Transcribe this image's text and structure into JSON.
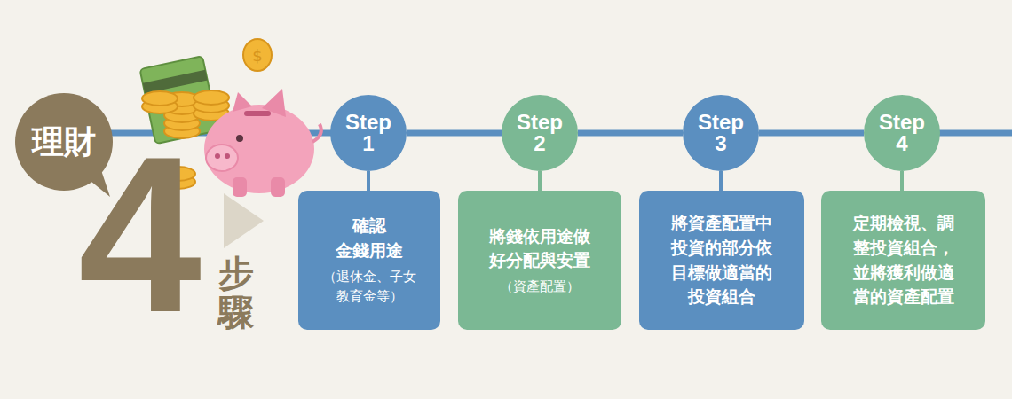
{
  "diagram": {
    "nodes": [
      {
        "text": [
          "理財"
        ]
      },
      {
        "text": [
          "Step 1"
        ]
      },
      {
        "text": [
          "確認 金錢用途",
          "（退休金、子女 教育金等）"
        ]
      },
      {
        "text": [
          "Step 2"
        ]
      },
      {
        "text": [
          "將錢依用途做 好分配與安置",
          "（資產配置）"
        ]
      },
      {
        "text": [
          "Step 3"
        ]
      },
      {
        "text": [
          "將資產配置中 投資的部分依 目標做適當的 投資組合"
        ]
      },
      {
        "text": [
          "Step 4"
        ]
      },
      {
        "text": [
          "定期檢視、調 整投資組合， 並將獲利做適 當的資產配置"
        ]
      }
    ],
    "edges": [
      {
        "from": 1,
        "to": 3,
        "arrow": "none"
      },
      {
        "from": 3,
        "to": 5,
        "arrow": "none"
      },
      {
        "from": 5,
        "to": 7,
        "arrow": "none"
      },
      {
        "from": 1,
        "to": 2,
        "arrow": "none"
      },
      {
        "from": 3,
        "to": 4,
        "arrow": "none"
      },
      {
        "from": 5,
        "to": 6,
        "arrow": "none"
      },
      {
        "from": 7,
        "to": 8,
        "arrow": "none"
      }
    ],
    "labels": [
      "4",
      "步驟"
    ]
  }
}
